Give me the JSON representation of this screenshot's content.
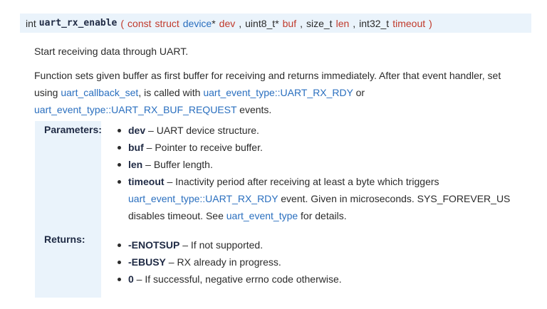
{
  "signature": {
    "return_type": "int",
    "name": "uart_rx_enable",
    "open": "(",
    "p1_kw1": "const",
    "p1_kw2": "struct",
    "p1_type": "device",
    "p1_star": "*",
    "p1_name": "dev",
    "comma": ",",
    "p2_type": "uint8_t",
    "p2_star": "*",
    "p2_name": "buf",
    "p3_type": "size_t",
    "p3_name": "len",
    "p4_type": "int32_t",
    "p4_name": "timeout",
    "close": ")"
  },
  "brief": "Start receiving data through UART.",
  "description": {
    "t1": "Function sets given buffer as first buffer for receiving and returns immediately. After that event handler, set using ",
    "l1": "uart_callback_set",
    "t2": ", is called with ",
    "l2": "uart_event_type::UART_RX_RDY",
    "t3": " or ",
    "l3": "uart_event_type::UART_RX_BUF_REQUEST",
    "t4": " events."
  },
  "parameters_label": "Parameters:",
  "parameters": [
    {
      "name": "dev",
      "dash": " – ",
      "text": "UART device structure."
    },
    {
      "name": "buf",
      "dash": " – ",
      "text": "Pointer to receive buffer."
    },
    {
      "name": "len",
      "dash": " – ",
      "text": "Buffer length."
    },
    {
      "name": "timeout",
      "dash": " – ",
      "text": "Inactivity period after receiving at least a byte which triggers ",
      "link1": "uart_event_type::UART_RX_RDY",
      "text2": " event. Given in microseconds. SYS_FOREVER_US disables timeout. See ",
      "link2": "uart_event_type",
      "text3": " for details."
    }
  ],
  "returns_label": "Returns:",
  "returns": [
    {
      "name": "-ENOTSUP",
      "dash": " – ",
      "text": "If not supported."
    },
    {
      "name": "-EBUSY",
      "dash": " – ",
      "text": "RX already in progress."
    },
    {
      "name": "0",
      "dash": " – ",
      "text": "If successful, negative errno code otherwise."
    }
  ]
}
